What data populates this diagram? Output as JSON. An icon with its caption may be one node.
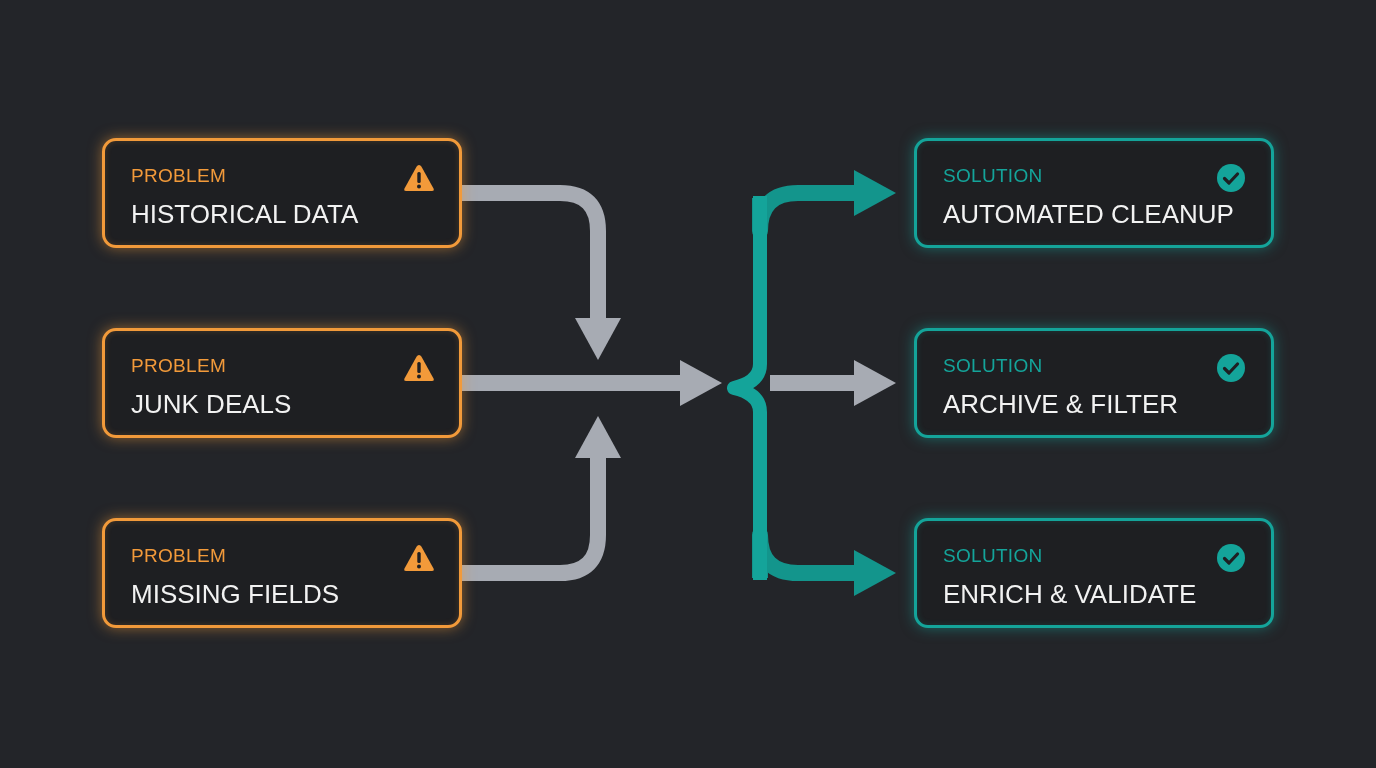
{
  "diagram": {
    "nodes": [
      {
        "text": [
          "PROBLEM",
          "HISTORICAL DATA"
        ]
      },
      {
        "text": [
          "PROBLEM",
          "JUNK DEALS"
        ]
      },
      {
        "text": [
          "PROBLEM",
          "MISSING FIELDS"
        ]
      },
      {
        "text": [
          "SOLUTION",
          "AUTOMATED CLEANUP"
        ]
      },
      {
        "text": [
          "SOLUTION",
          "ARCHIVE & FILTER"
        ]
      },
      {
        "text": [
          "SOLUTION",
          "ENRICH & VALIDATE"
        ]
      },
      {
        "text": [],
        "shape": "brace"
      }
    ],
    "edges": [
      {
        "from": 0,
        "to": 6,
        "arrow": "to",
        "color": "#a7abb3"
      },
      {
        "from": 1,
        "to": 6,
        "arrow": "to",
        "color": "#a7abb3"
      },
      {
        "from": 2,
        "to": 6,
        "arrow": "to",
        "color": "#a7abb3"
      },
      {
        "from": 6,
        "to": 3,
        "arrow": "to",
        "color": "#13958c"
      },
      {
        "from": 6,
        "to": 4,
        "arrow": "to",
        "color": "#a7abb3"
      },
      {
        "from": 6,
        "to": 5,
        "arrow": "to",
        "color": "#13958c"
      }
    ]
  }
}
